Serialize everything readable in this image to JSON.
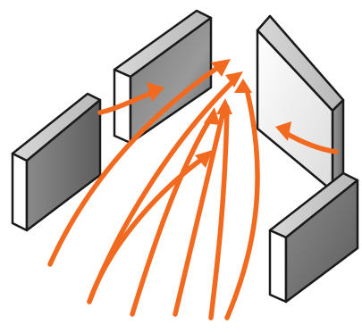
{
  "diagram": {
    "panels": [
      {
        "id": "panel-left",
        "role": "deflecting block"
      },
      {
        "id": "panel-top",
        "role": "deflecting block"
      },
      {
        "id": "panel-right",
        "role": "deflecting block"
      },
      {
        "id": "panel-bottom-right",
        "role": "deflecting block"
      }
    ],
    "flow_arrows": {
      "count": 8,
      "color": "#F26A1F"
    },
    "colors": {
      "panel_face_dark": "#6E6E6E",
      "panel_face_light": "#EAEAEA",
      "panel_side_white": "#FFFFFF",
      "outline": "#1A1A1A",
      "arrow_orange": "#F26A1F"
    }
  }
}
